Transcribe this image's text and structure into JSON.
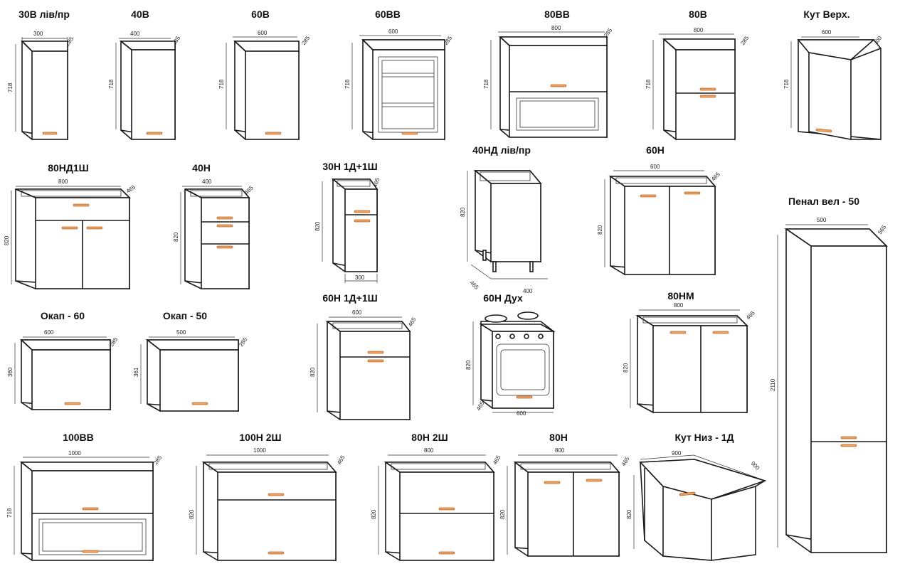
{
  "items": [
    {
      "id": "30v",
      "title": "30В лів/пр",
      "dims": [
        "300",
        "285",
        "718"
      ]
    },
    {
      "id": "40v",
      "title": "40В",
      "dims": [
        "400",
        "285",
        "718"
      ]
    },
    {
      "id": "60v",
      "title": "60В",
      "dims": [
        "600",
        "285",
        "718"
      ]
    },
    {
      "id": "60vv",
      "title": "60ВВ",
      "dims": [
        "600",
        "285",
        "718"
      ]
    },
    {
      "id": "80vv",
      "title": "80ВВ",
      "dims": [
        "800",
        "285",
        "718"
      ]
    },
    {
      "id": "80v",
      "title": "80В",
      "dims": [
        "800",
        "285",
        "718"
      ]
    },
    {
      "id": "kut-verh",
      "title": "Кут Верх.",
      "dims": [
        "600",
        "600",
        "718"
      ]
    },
    {
      "id": "80nd1sh",
      "title": "80НД1Ш",
      "dims": [
        "800",
        "465",
        "820"
      ]
    },
    {
      "id": "40n",
      "title": "40Н",
      "dims": [
        "400",
        "465",
        "820"
      ]
    },
    {
      "id": "30n1d1sh",
      "title": "30Н 1Д+1Ш",
      "dims": [
        "300",
        "465",
        "820"
      ]
    },
    {
      "id": "40nd",
      "title": "40НД лів/пр",
      "dims": [
        "400",
        "465",
        "820"
      ]
    },
    {
      "id": "60n",
      "title": "60Н",
      "dims": [
        "600",
        "465",
        "820"
      ]
    },
    {
      "id": "penal",
      "title": "Пенал вел - 50",
      "dims": [
        "500",
        "565",
        "2110"
      ]
    },
    {
      "id": "okap60",
      "title": "Окап - 60",
      "dims": [
        "600",
        "285",
        "360"
      ]
    },
    {
      "id": "okap50",
      "title": "Окап - 50",
      "dims": [
        "500",
        "285",
        "361"
      ]
    },
    {
      "id": "60n1d1sh",
      "title": "60Н 1Д+1Ш",
      "dims": [
        "600",
        "465",
        "820"
      ]
    },
    {
      "id": "60ndukh",
      "title": "60Н Дух",
      "dims": [
        "600",
        "465",
        "820"
      ]
    },
    {
      "id": "80nm",
      "title": "80НМ",
      "dims": [
        "800",
        "465",
        "820"
      ]
    },
    {
      "id": "100vv",
      "title": "100ВВ",
      "dims": [
        "1000",
        "285",
        "718"
      ]
    },
    {
      "id": "100n2sh",
      "title": "100Н 2Ш",
      "dims": [
        "1000",
        "465",
        "820"
      ]
    },
    {
      "id": "80n2sh",
      "title": "80Н 2Ш",
      "dims": [
        "800",
        "465",
        "820"
      ]
    },
    {
      "id": "80n",
      "title": "80Н",
      "dims": [
        "800",
        "465",
        "820"
      ]
    },
    {
      "id": "kut-nyz",
      "title": "Кут Низ - 1Д",
      "dims": [
        "900",
        "900",
        "820"
      ]
    }
  ]
}
